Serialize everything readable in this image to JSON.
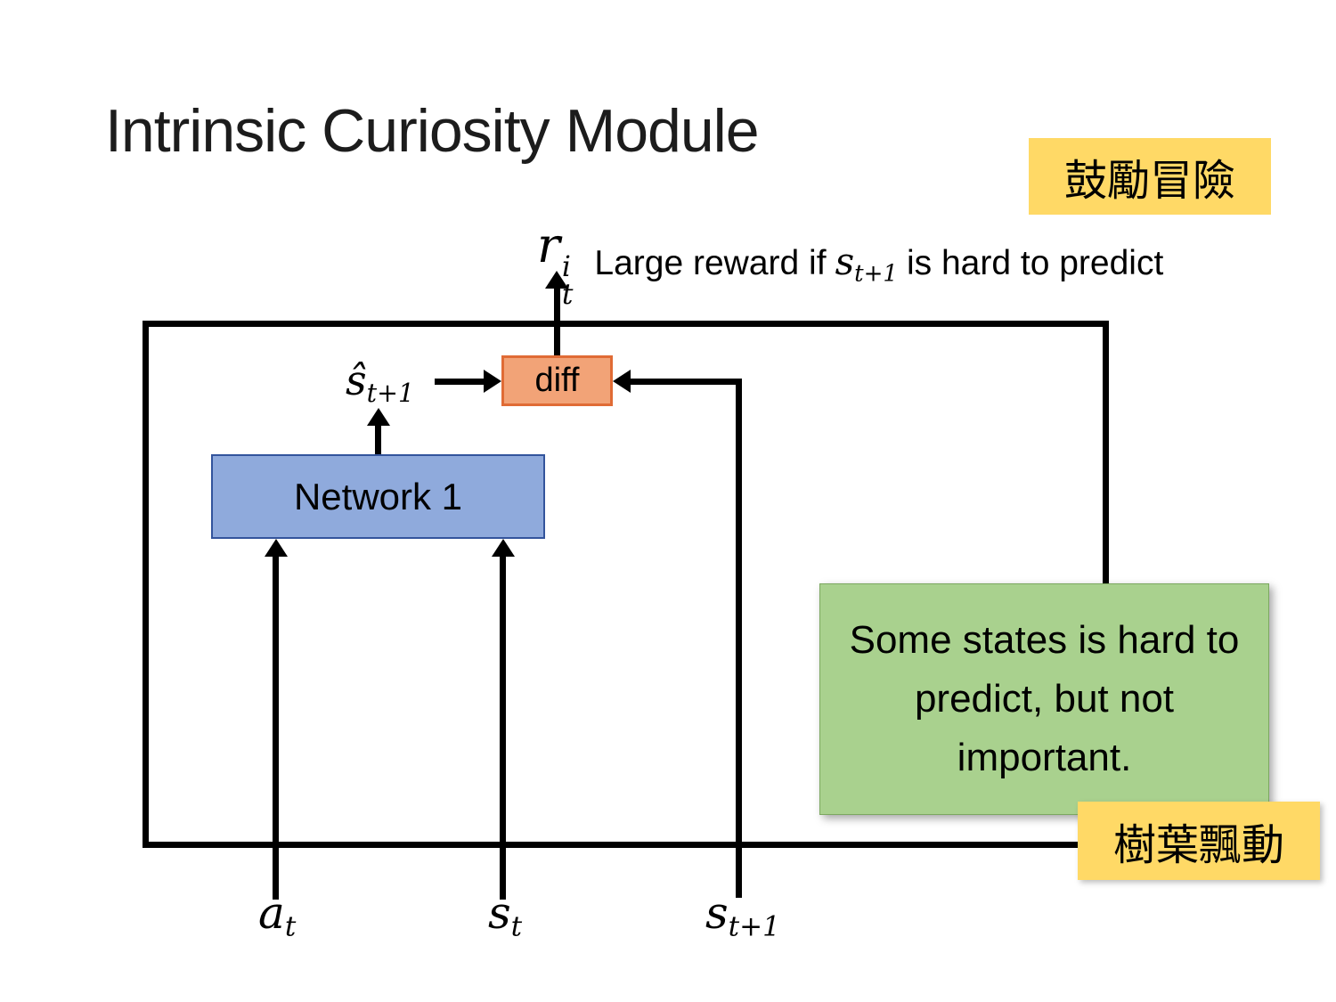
{
  "slide": {
    "title": "Intrinsic Curiosity Module",
    "tag_top_right": "鼓勵冒險",
    "tag_bottom_right": "樹葉飄動",
    "note": "Some states is hard to predict, but not important."
  },
  "reward": {
    "symbol_base": "r",
    "symbol_sup": "i",
    "symbol_sub": "t",
    "caption_pre": "Large reward if",
    "caption_math_base": "s",
    "caption_math_sub": "t+1",
    "caption_post": "is hard to predict"
  },
  "diagram": {
    "diff_label": "diff",
    "network_label": "Network 1",
    "predicted_state": {
      "base": "ŝ",
      "sub": "t+1"
    },
    "inputs": [
      {
        "base": "a",
        "sub": "t"
      },
      {
        "base": "s",
        "sub": "t"
      },
      {
        "base": "s",
        "sub": "t+1"
      }
    ]
  },
  "colors": {
    "diff_fill": "#F2A377",
    "diff_border": "#E06B35",
    "network_fill": "#8FAADC",
    "network_border": "#33549C",
    "note_fill": "#A9D18E",
    "tag_fill": "#FFD966",
    "line": "#000000",
    "background": "#FFFFFF"
  }
}
